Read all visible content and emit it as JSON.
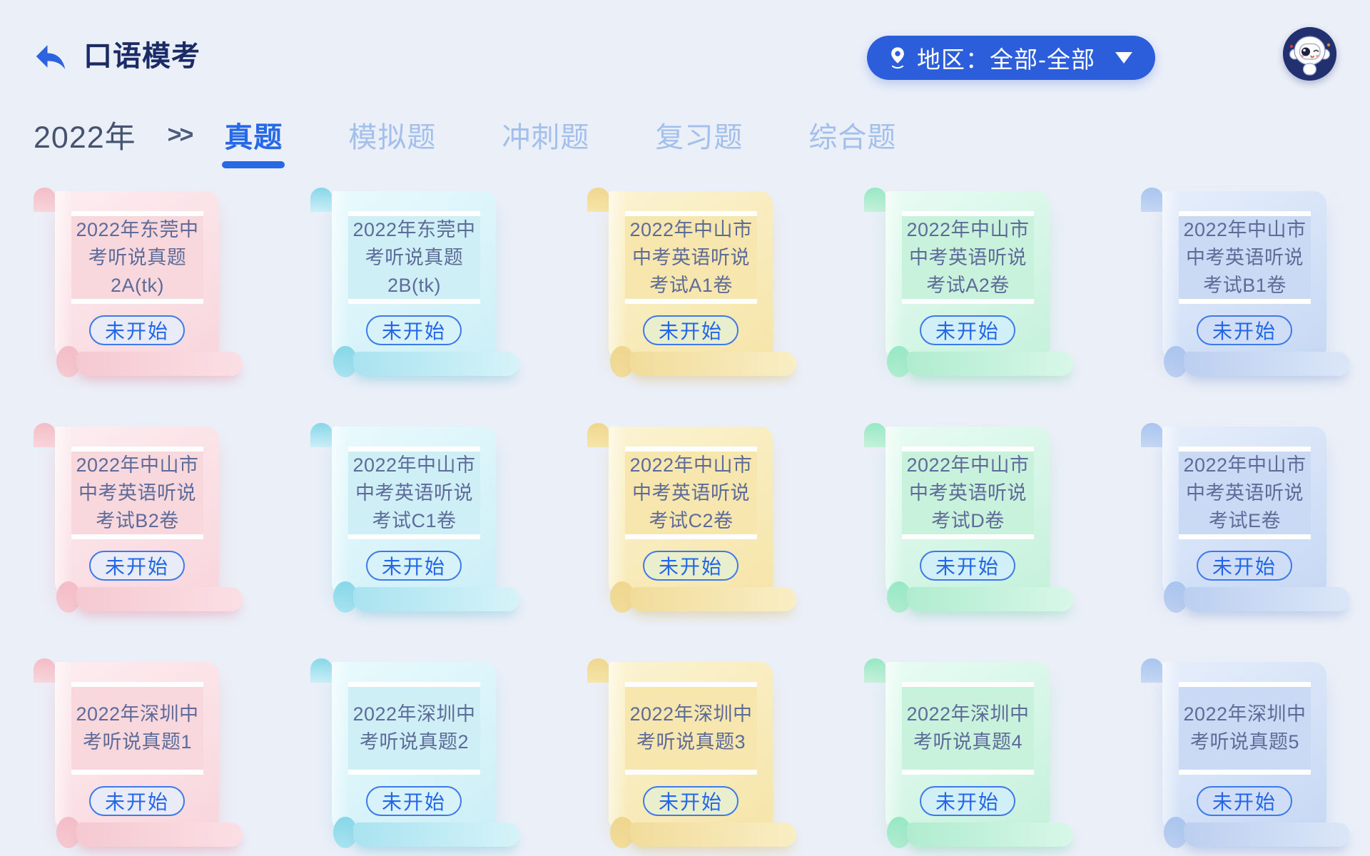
{
  "header": {
    "title": "口语模考",
    "back_icon": "arrow-left",
    "region_selector": {
      "icon": "location-pin",
      "label": "地区：全部-全部",
      "dropdown_icon": "triangle-down",
      "background": "#2c5edb"
    },
    "avatar": "astronaut-mascot"
  },
  "filter_bar": {
    "year": "2022年",
    "separator": ">>",
    "tabs": [
      {
        "label": "真题",
        "active": true
      },
      {
        "label": "模拟题",
        "active": false
      },
      {
        "label": "冲刺题",
        "active": false
      },
      {
        "label": "复习题",
        "active": false
      },
      {
        "label": "综合题",
        "active": false
      }
    ],
    "active_color": "#2668e6",
    "inactive_color": "#a3bfec"
  },
  "cards": [
    {
      "title": "2022年东莞中考听说真题2A(tk)",
      "status": "未开始",
      "variant": "pink"
    },
    {
      "title": "2022年东莞中考听说真题2B(tk)",
      "status": "未开始",
      "variant": "cyan"
    },
    {
      "title": "2022年中山市中考英语听说考试A1卷",
      "status": "未开始",
      "variant": "yellow"
    },
    {
      "title": "2022年中山市中考英语听说考试A2卷",
      "status": "未开始",
      "variant": "green"
    },
    {
      "title": "2022年中山市中考英语听说考试B1卷",
      "status": "未开始",
      "variant": "blue"
    },
    {
      "title": "2022年中山市中考英语听说考试B2卷",
      "status": "未开始",
      "variant": "pink"
    },
    {
      "title": "2022年中山市中考英语听说考试C1卷",
      "status": "未开始",
      "variant": "cyan"
    },
    {
      "title": "2022年中山市中考英语听说考试C2卷",
      "status": "未开始",
      "variant": "yellow"
    },
    {
      "title": "2022年中山市中考英语听说考试D卷",
      "status": "未开始",
      "variant": "green"
    },
    {
      "title": "2022年中山市中考英语听说考试E卷",
      "status": "未开始",
      "variant": "blue"
    },
    {
      "title": "2022年深圳中考听说真题1",
      "status": "未开始",
      "variant": "pink"
    },
    {
      "title": "2022年深圳中考听说真题2",
      "status": "未开始",
      "variant": "cyan"
    },
    {
      "title": "2022年深圳中考听说真题3",
      "status": "未开始",
      "variant": "yellow"
    },
    {
      "title": "2022年深圳中考听说真题4",
      "status": "未开始",
      "variant": "green"
    },
    {
      "title": "2022年深圳中考听说真题5",
      "status": "未开始",
      "variant": "blue"
    }
  ],
  "palette": {
    "pink": {
      "ear": "#f4bcc6",
      "b1": "#fdedf0",
      "b2": "#f8d6dc",
      "band": "#f8d8dd",
      "bar1": "#f5c9d1",
      "bar2": "#fbdfe4",
      "pill": "#e9ebf7",
      "sh": "rgba(226,148,163,0.45)"
    },
    "cyan": {
      "ear": "#86d7e8",
      "b1": "#e9fafd",
      "b2": "#cceff7",
      "band": "#cfeff7",
      "bar1": "#a9e3f0",
      "bar2": "#d6f3f9",
      "pill": "#d8f2fa",
      "sh": "rgba(120,195,215,0.45)"
    },
    "yellow": {
      "ear": "#f0d68e",
      "b1": "#fbf3d2",
      "b2": "#f6e5a9",
      "band": "#f7e7ae",
      "bar1": "#f1dc9b",
      "bar2": "#f9eec4",
      "pill": "#e9eecd",
      "sh": "rgba(214,190,120,0.45)"
    },
    "green": {
      "ear": "#97e8c4",
      "b1": "#e9fcf4",
      "b2": "#c5f1db",
      "band": "#c9f2dd",
      "bar1": "#b0ecd0",
      "bar2": "#d8f7e8",
      "pill": "#d1eff6",
      "sh": "rgba(130,210,175,0.45)"
    },
    "blue": {
      "ear": "#a9c5ef",
      "b1": "#e6eefb",
      "b2": "#c6d8f4",
      "band": "#cad9f4",
      "bar1": "#bccff0",
      "bar2": "#dbe7f8",
      "pill": "#cfdef6",
      "sh": "rgba(150,175,220,0.5)"
    }
  },
  "status_pill": {
    "text_color": "#2367e8",
    "border_color": "#3d79e9"
  },
  "page": {
    "background": "#ebeff8"
  }
}
